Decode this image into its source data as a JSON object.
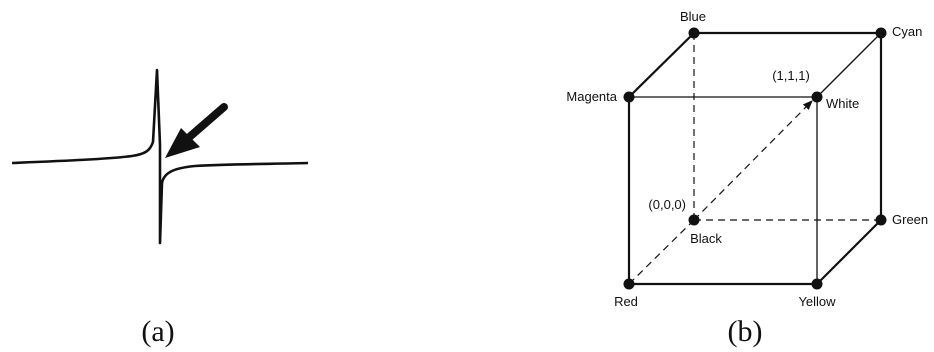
{
  "panel_a": {
    "caption": "(a)"
  },
  "panel_b": {
    "caption": "(b)",
    "vertices": {
      "blue": "Blue",
      "cyan": "Cyan",
      "magenta": "Magenta",
      "white": "White",
      "white_coord": "(1,1,1)",
      "black": "Black",
      "black_coord": "(0,0,0)",
      "green": "Green",
      "red": "Red",
      "yellow": "Yellow"
    }
  }
}
